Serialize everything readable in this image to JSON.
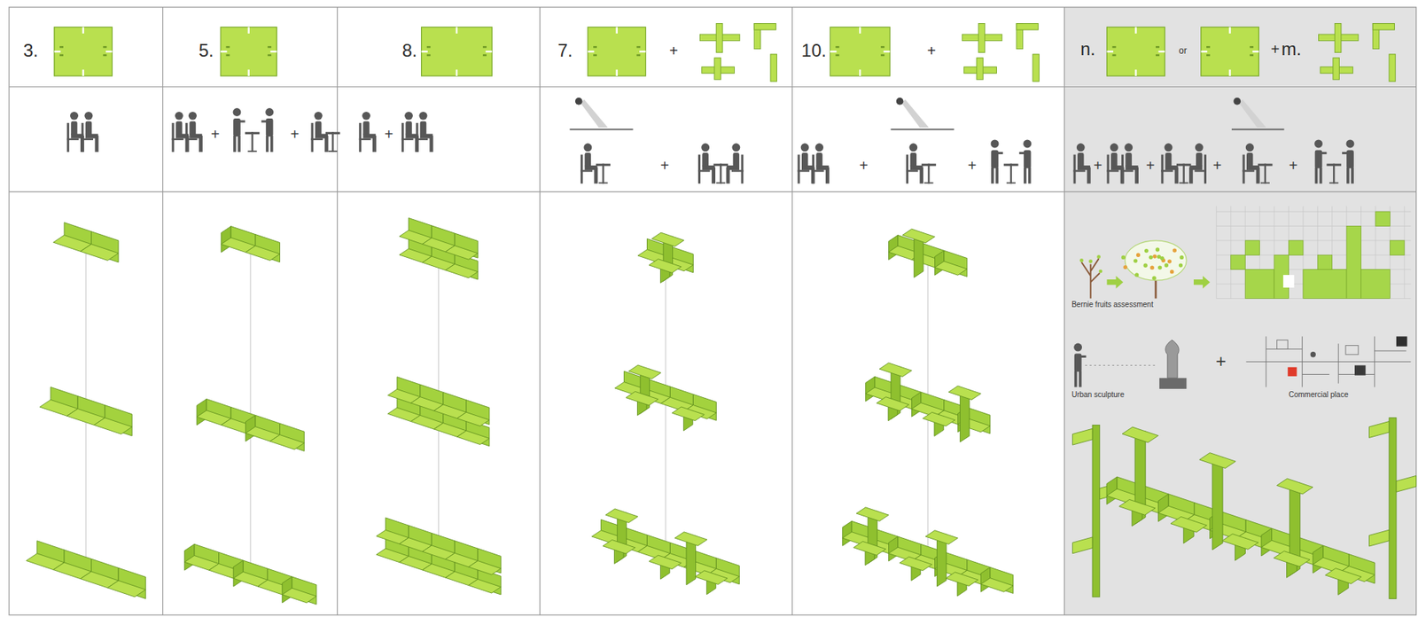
{
  "diagram": {
    "nodes": [
      {
        "text": [
          "3."
        ]
      },
      {
        "text": [
          "5."
        ]
      },
      {
        "text": [
          "8."
        ]
      },
      {
        "text": [
          "7.",
          "+"
        ]
      },
      {
        "text": [
          "10.",
          "+"
        ]
      },
      {
        "text": [
          "n.",
          "or",
          "+",
          "m."
        ]
      }
    ],
    "labels": [
      "+",
      "+",
      "+",
      "+",
      "+",
      "+",
      "+",
      "+",
      "+",
      "+",
      "Bernie fruits assessment",
      "Urban sculpture",
      "+",
      "Commercial place"
    ]
  }
}
